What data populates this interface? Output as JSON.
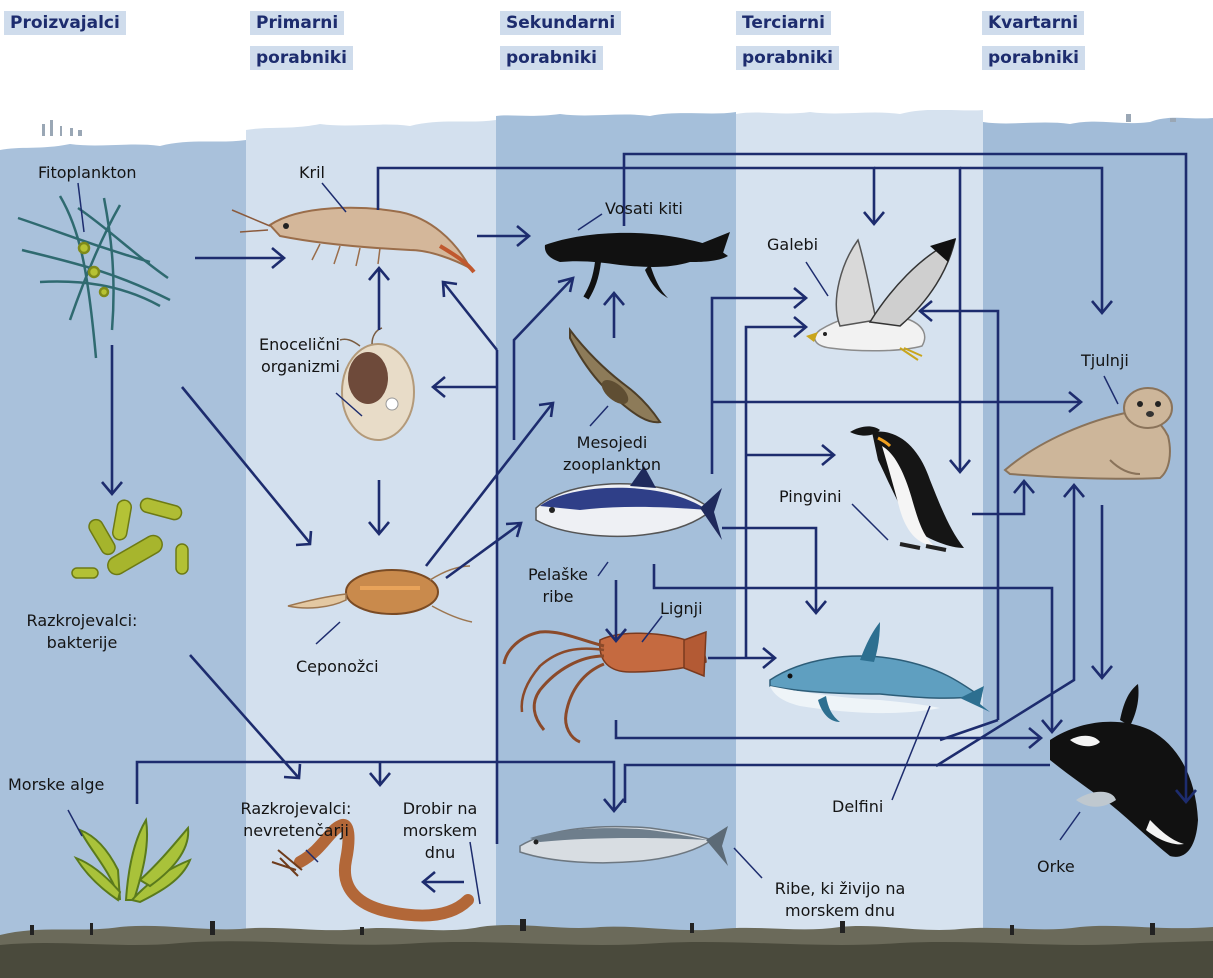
{
  "headers": {
    "producers": "Proizvajalci",
    "primary_l1": "Primarni",
    "primary_l2": "porabniki",
    "secondary_l1": "Sekundarni",
    "secondary_l2": "porabniki",
    "tertiary_l1": "Terciarni",
    "tertiary_l2": "porabniki",
    "quaternary_l1": "Kvartarni",
    "quaternary_l2": "porabniki"
  },
  "organisms": {
    "phytoplankton": "Fitoplankton",
    "krill": "Kril",
    "baleen_whales": "Vosati kiti",
    "gulls": "Galebi",
    "unicellular_l1": "Enocelični",
    "unicellular_l2": "organizmi",
    "seals": "Tjulnji",
    "carnivorous_zoo_l1": "Mesojedi",
    "carnivorous_zoo_l2": "zooplankton",
    "penguins": "Pingvini",
    "decomposer_bacteria_l1": "Razkrojevalci:",
    "decomposer_bacteria_l2": "bakterije",
    "pelagic_fish_l1": "Pelaške",
    "pelagic_fish_l2": "ribe",
    "squid": "Lignji",
    "copepods": "Ceponožci",
    "dolphins": "Delfini",
    "seaweed": "Morske alge",
    "decomposer_invert_l1": "Razkrojevalci:",
    "decomposer_invert_l2": "nevretenčarji",
    "detritus_l1": "Drobir na",
    "detritus_l2": "morskem",
    "detritus_l3": "dnu",
    "orcas": "Orke",
    "bottom_fish_l1": "Ribe, ki živijo na",
    "bottom_fish_l2": "morskem dnu"
  },
  "colors": {
    "arrow": "#1d2c6e",
    "band_dark": "#a9c1db",
    "band_light": "#d3e0ee",
    "header_bg": "#cfdcec",
    "header_text": "#1d2c6e"
  }
}
